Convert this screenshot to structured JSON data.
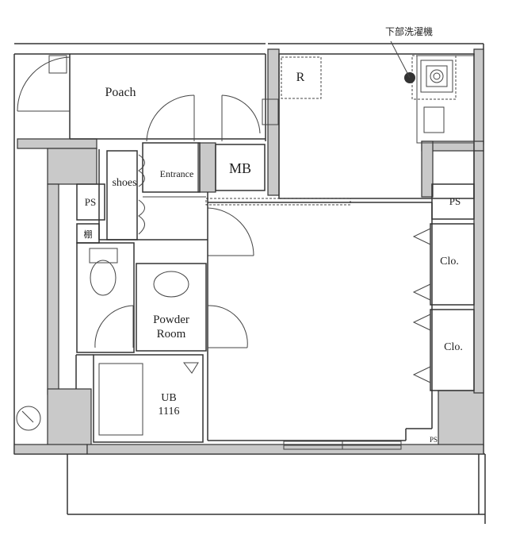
{
  "labels": {
    "poach": "Poach",
    "r": "R",
    "washer_note": "下部洗濯機",
    "entrance": "Entrance",
    "mb": "MB",
    "shoes": "shoes",
    "ps_left": "PS",
    "shelf": "棚",
    "ps_right": "PS",
    "clo_upper": "Clo.",
    "clo_lower": "Clo.",
    "powder_line1": "Powder",
    "powder_line2": "Room",
    "ub_line1": "UB",
    "ub_line2": "1116",
    "ps_small": "PS"
  },
  "colors": {
    "wall_fill": "#c9c9c9",
    "line": "#333333"
  }
}
